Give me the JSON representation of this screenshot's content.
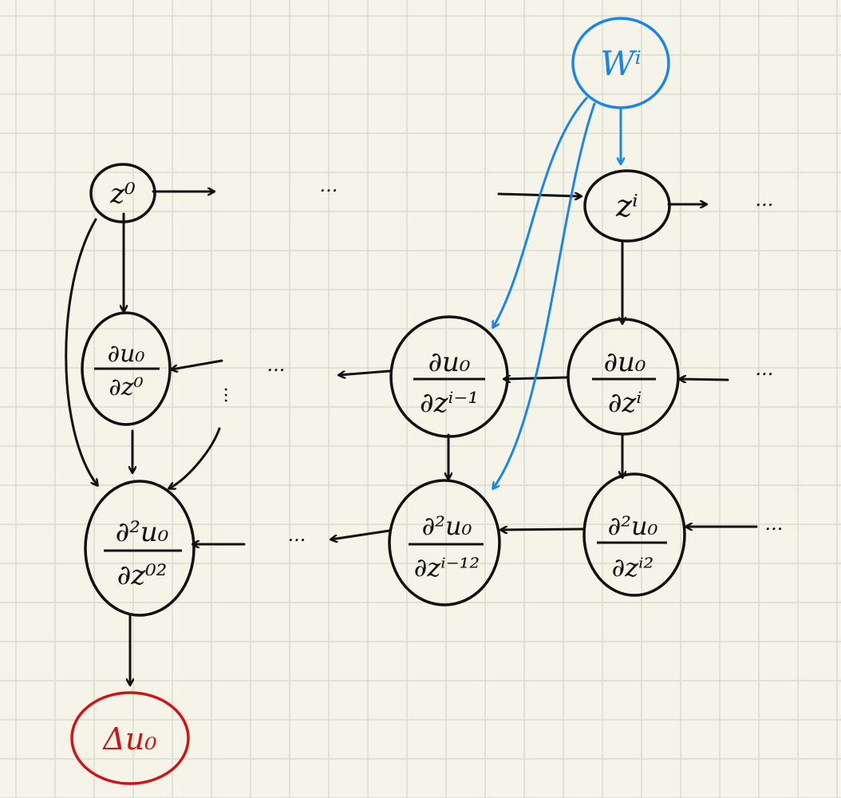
{
  "colors": {
    "background": "#f6f4e8",
    "grid": "#dcdccd",
    "ink": "#111111",
    "weight": "#1a86e8",
    "output": "#d01414"
  },
  "nodes": {
    "z0": "z⁰",
    "du_dz0_num": "∂u₀",
    "du_dz0_den": "∂z⁰",
    "d2u_dz0_num": "∂²u₀",
    "d2u_dz0_den": "∂z⁰²",
    "du_dzim1_num": "∂u₀",
    "du_dzim1_den": "∂zⁱ⁻¹",
    "d2u_dzim1_num": "∂²u₀",
    "d2u_dzim1_den": "∂zⁱ⁻¹²",
    "zi": "zⁱ",
    "du_dzi_num": "∂u₀",
    "du_dzi_den": "∂zⁱ",
    "d2u_dzi_num": "∂²u₀",
    "d2u_dzi_den": "∂zⁱ²",
    "Wi": "Wⁱ",
    "laplacian": "Δu₀"
  },
  "ellipsis": "..."
}
